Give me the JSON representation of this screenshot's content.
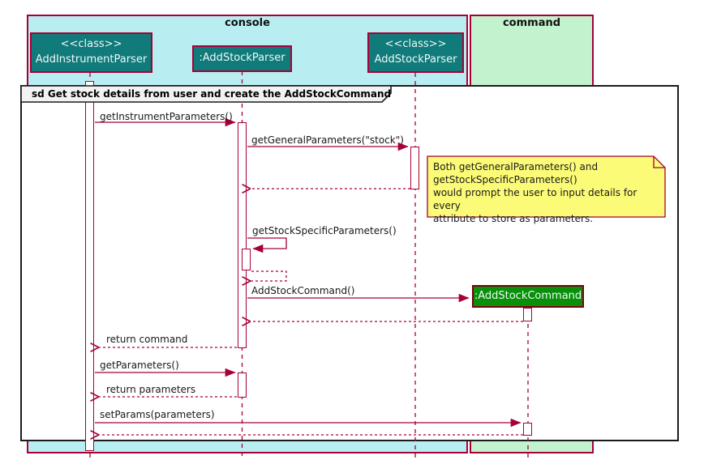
{
  "diagram_type": "uml-sequence",
  "frame_title": "sd Get stock details from user and create the AddStockCommand",
  "boxes": {
    "console_label": "console",
    "command_label": "command"
  },
  "participants": [
    {
      "stereotype": "<<class>>",
      "name": "AddInstrumentParser",
      "box": "console"
    },
    {
      "name": ":AddStockParser",
      "box": "console"
    },
    {
      "stereotype": "<<class>>",
      "name": "AddStockParser",
      "box": "console"
    },
    {
      "name": ":AddStockCommand",
      "box": "command",
      "created_during_sequence": true
    }
  ],
  "messages": [
    {
      "label": "getInstrumentParameters()",
      "from": "AddInstrumentParser",
      "to": ":AddStockParser",
      "type": "sync"
    },
    {
      "label": "getGeneralParameters(\"stock\")",
      "from": ":AddStockParser",
      "to": "AddStockParser",
      "type": "sync"
    },
    {
      "label": "getStockSpecificParameters()",
      "from": ":AddStockParser",
      "to": ":AddStockParser",
      "type": "self"
    },
    {
      "label": "AddStockCommand()",
      "from": ":AddStockParser",
      "to": ":AddStockCommand",
      "type": "create"
    },
    {
      "label": "return command",
      "from": ":AddStockParser",
      "to": "AddInstrumentParser",
      "type": "return"
    },
    {
      "label": "getParameters()",
      "from": "AddInstrumentParser",
      "to": ":AddStockParser",
      "type": "sync"
    },
    {
      "label": "return parameters",
      "from": ":AddStockParser",
      "to": "AddInstrumentParser",
      "type": "return"
    },
    {
      "label": "setParams(parameters)",
      "from": "AddInstrumentParser",
      "to": ":AddStockCommand",
      "type": "sync"
    }
  ],
  "note": {
    "text": "Both getGeneralParameters() and\ngetStockSpecificParameters()\nwould prompt the user to input details for every\nattribute to store as parameters."
  },
  "colors": {
    "console_fill": "#B8EEF1",
    "command_fill": "#C2F2CE",
    "participant_fill": "#117A7A",
    "created_participant_fill": "#089008",
    "accent_line": "#A80036",
    "note_fill": "#FBFB77",
    "frame_border": "#1B1B1B"
  }
}
